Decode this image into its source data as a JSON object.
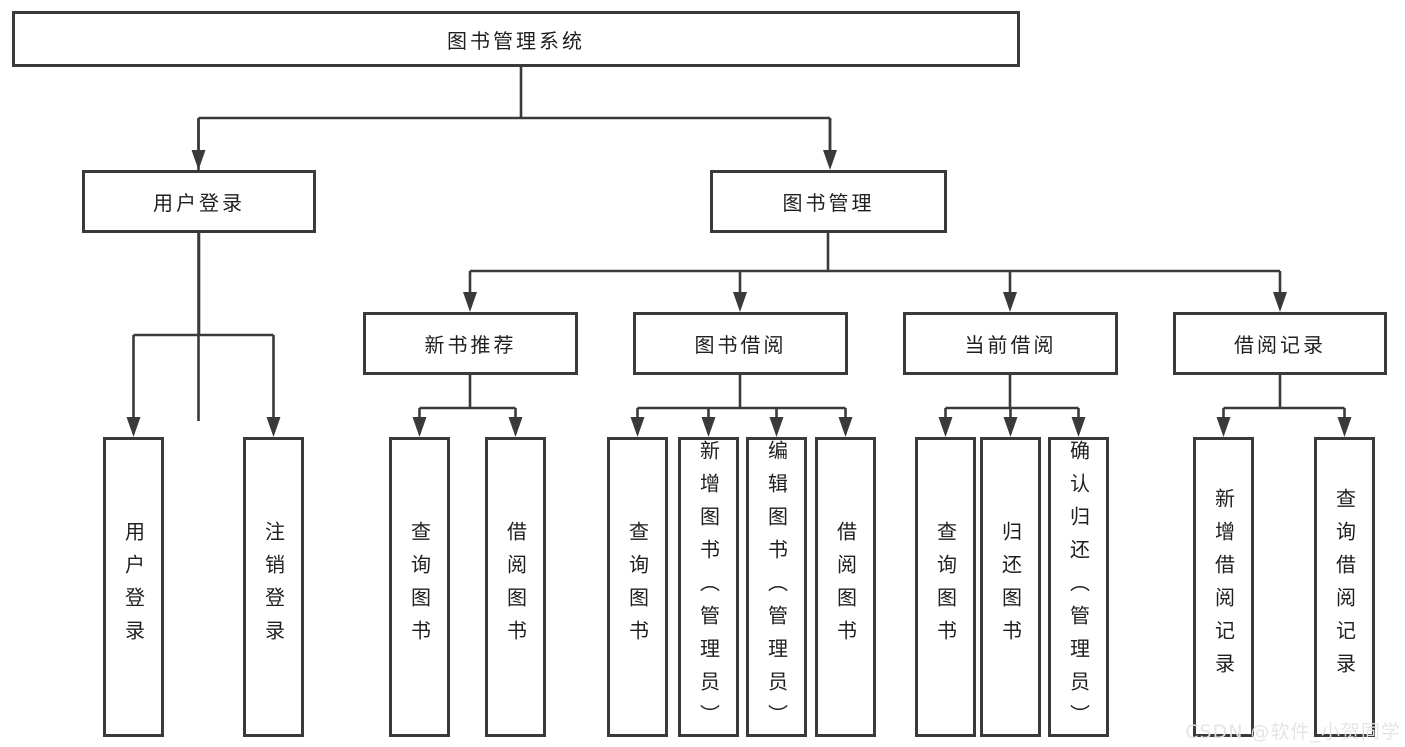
{
  "nodes": {
    "root": {
      "label": "图书管理系统"
    },
    "level2": [
      {
        "label": "用户登录"
      },
      {
        "label": "图书管理"
      }
    ],
    "level3": [
      {
        "label": "新书推荐"
      },
      {
        "label": "图书借阅"
      },
      {
        "label": "当前借阅"
      },
      {
        "label": "借阅记录"
      }
    ],
    "leaves": [
      {
        "label": "用户登录"
      },
      {
        "label": "注销登录"
      },
      {
        "label": "查询图书"
      },
      {
        "label": "借阅图书"
      },
      {
        "label": "查询图书"
      },
      {
        "label": "新增图书（管理员）"
      },
      {
        "label": "编辑图书（管理员）"
      },
      {
        "label": "借阅图书"
      },
      {
        "label": "查询图书"
      },
      {
        "label": "归还图书"
      },
      {
        "label": "确认归还（管理员）"
      },
      {
        "label": "新增借阅记录"
      },
      {
        "label": "查询借阅记录"
      }
    ]
  },
  "watermark": {
    "text": "CSDN @软件_小贺同学"
  },
  "colors": {
    "line": "#3a3a3a",
    "box_border": "#3a3a3a",
    "text": "#1f1f1f",
    "background": "#ffffff",
    "watermark": "#e4e4e4"
  }
}
